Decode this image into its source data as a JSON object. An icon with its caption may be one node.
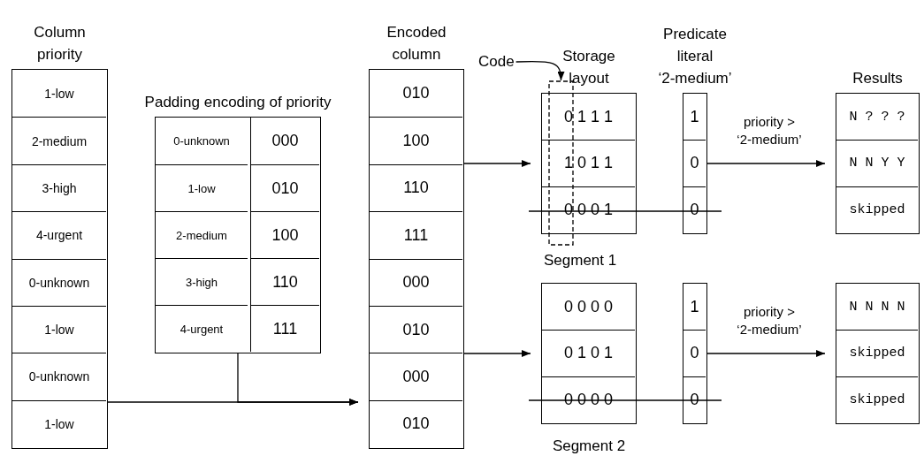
{
  "diagram": {
    "nodes": [
      {
        "text": [
          "Column priority"
        ]
      },
      {
        "text": [
          "1-low"
        ],
        "in": 0
      },
      {
        "text": [
          "2-medium"
        ],
        "in": 0
      },
      {
        "text": [
          "3-high"
        ],
        "in": 0
      },
      {
        "text": [
          "4-urgent"
        ],
        "in": 0
      },
      {
        "text": [
          "0-unknown"
        ],
        "in": 0
      },
      {
        "text": [
          "1-low"
        ],
        "in": 0
      },
      {
        "text": [
          "0-unknown"
        ],
        "in": 0
      },
      {
        "text": [
          "1-low"
        ],
        "in": 0
      },
      {
        "text": [
          "Padding encoding of priority"
        ]
      },
      {
        "text": [
          "0-unknown"
        ],
        "in": 9
      },
      {
        "text": [
          "000"
        ],
        "in": 9
      },
      {
        "text": [
          "1-low"
        ],
        "in": 9
      },
      {
        "text": [
          "010"
        ],
        "in": 9
      },
      {
        "text": [
          "2-medium"
        ],
        "in": 9
      },
      {
        "text": [
          "100"
        ],
        "in": 9
      },
      {
        "text": [
          "3-high"
        ],
        "in": 9
      },
      {
        "text": [
          "110"
        ],
        "in": 9
      },
      {
        "text": [
          "4-urgent"
        ],
        "in": 9
      },
      {
        "text": [
          "111"
        ],
        "in": 9
      },
      {
        "text": [
          "Encoded column"
        ]
      },
      {
        "text": [
          "010"
        ],
        "in": 20
      },
      {
        "text": [
          "100"
        ],
        "in": 20
      },
      {
        "text": [
          "110"
        ],
        "in": 20
      },
      {
        "text": [
          "111"
        ],
        "in": 20
      },
      {
        "text": [
          "000"
        ],
        "in": 20
      },
      {
        "text": [
          "010"
        ],
        "in": 20
      },
      {
        "text": [
          "000"
        ],
        "in": 20
      },
      {
        "text": [
          "010"
        ],
        "in": 20
      },
      {
        "text": [
          "Code"
        ]
      },
      {
        "text": [],
        "shape": "box"
      },
      {
        "text": [
          "Storage layout"
        ]
      },
      {
        "text": [
          "0 1 1 1"
        ],
        "in": 31
      },
      {
        "text": [
          "1 0 1 1"
        ],
        "in": 31
      },
      {
        "text": [
          "0 0 0 1"
        ],
        "in": 31
      },
      {
        "text": [
          "Predicate literal ‘2-medium’"
        ]
      },
      {
        "text": [
          "1"
        ],
        "in": 35
      },
      {
        "text": [
          "0"
        ],
        "in": 35
      },
      {
        "text": [
          "0"
        ],
        "in": 35
      },
      {
        "text": [
          "Results"
        ]
      },
      {
        "text": [
          "N ? ? ?"
        ],
        "in": 39
      },
      {
        "text": [
          "N N Y Y"
        ],
        "in": 39
      },
      {
        "text": [
          "skipped"
        ],
        "in": 39
      },
      {
        "text": [],
        "shape": "box",
        "beside": [
          "Segment 2"
        ]
      },
      {
        "text": [
          "0 0 0 0"
        ],
        "in": 43
      },
      {
        "text": [
          "0 1 0 1"
        ],
        "in": 43
      },
      {
        "text": [
          "0 0 0 0"
        ],
        "in": 43
      },
      {
        "text": [],
        "shape": "box"
      },
      {
        "text": [
          "1"
        ],
        "in": 47
      },
      {
        "text": [
          "0"
        ],
        "in": 47
      },
      {
        "text": [
          "0"
        ],
        "in": 47
      },
      {
        "text": [],
        "shape": "box"
      },
      {
        "text": [
          "N N N N"
        ],
        "in": 51
      },
      {
        "text": [
          "skipped"
        ],
        "in": 51
      },
      {
        "text": [
          "skipped"
        ],
        "in": 51
      }
    ],
    "edges": [
      {
        "from": 0,
        "to": 20,
        "arrow": "to"
      },
      {
        "from": 9,
        "to": 20,
        "arrow": "to"
      },
      {
        "from": 20,
        "to": 31,
        "arrow": "to"
      },
      {
        "from": 35,
        "to": 39,
        "arrow": "to",
        "label": "priority > ‘2-medium’"
      },
      {
        "from": 20,
        "to": 43,
        "arrow": "to"
      },
      {
        "from": 47,
        "to": 51,
        "arrow": "to",
        "label": "priority > ‘2-medium’"
      },
      {
        "from": 29,
        "to": 30,
        "arrow": "to"
      }
    ],
    "labels": [
      "Segment 1"
    ]
  }
}
